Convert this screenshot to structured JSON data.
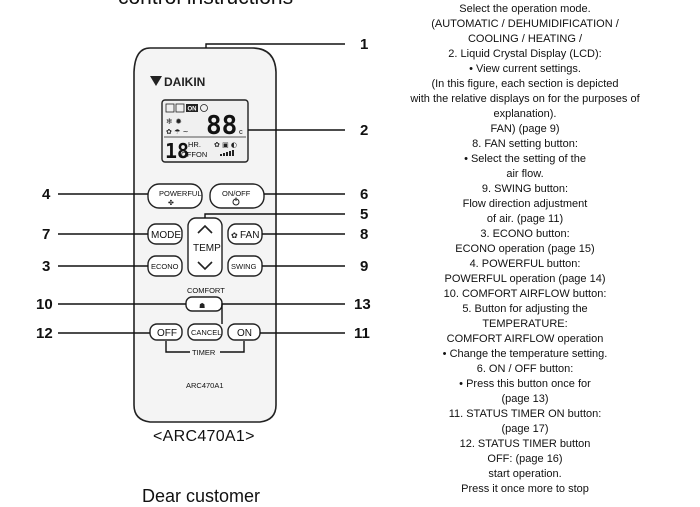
{
  "page": {
    "title": "control instructions",
    "footer": "Dear customer",
    "model_caption": "<ARC470A1>"
  },
  "remote": {
    "brand": "DAIKIN",
    "model": "ARC470A1",
    "lcd": {
      "temp_digits": "88",
      "temp_unit": "c",
      "timer_digits": "18",
      "timer_hr": "HR.",
      "timer_offon": "OFFON",
      "on_badge": "ON"
    },
    "buttons": {
      "powerful": "POWERFUL",
      "onoff": "ON/OFF",
      "mode": "MODE",
      "temp": "TEMP",
      "fan": "FAN",
      "econo": "ECONO",
      "swing": "SWING",
      "comfort": "COMFORT",
      "off": "OFF",
      "cancel": "CANCEL",
      "on": "ON",
      "timer": "TIMER"
    },
    "callouts": [
      "1",
      "2",
      "4",
      "6",
      "5",
      "7",
      "8",
      "3",
      "9",
      "10",
      "13",
      "12",
      "11"
    ]
  },
  "instructions": [
    "Select the operation mode.",
    "(AUTOMATIC / DEHUMIDIFICATION /",
    "COOLING / HEATING /",
    "2. Liquid Crystal Display (LCD):",
    "• View current settings.",
    "(In this figure, each section is depicted",
    "with the relative displays on for the purposes of",
    "explanation).",
    "FAN) (page 9)",
    "8. FAN setting button:",
    "• Select the setting of the",
    "air flow.",
    "9. SWING button:",
    "Flow direction adjustment",
    "of air. (page 11)",
    "3. ECONO button:",
    "ECONO operation (page 15)",
    "4. POWERFUL button:",
    "POWERFUL operation (page 14)",
    "10. COMFORT AIRFLOW button:",
    "5. Button for adjusting the",
    "TEMPERATURE:",
    "COMFORT AIRFLOW operation",
    "• Change the temperature setting.",
    "6. ON / OFF button:",
    "• Press this button once for",
    "(page 13)",
    "11. STATUS TIMER ON button:",
    "(page 17)",
    "12. STATUS TIMER button",
    "OFF: (page 16)",
    "start operation.",
    "Press it once more to stop"
  ]
}
